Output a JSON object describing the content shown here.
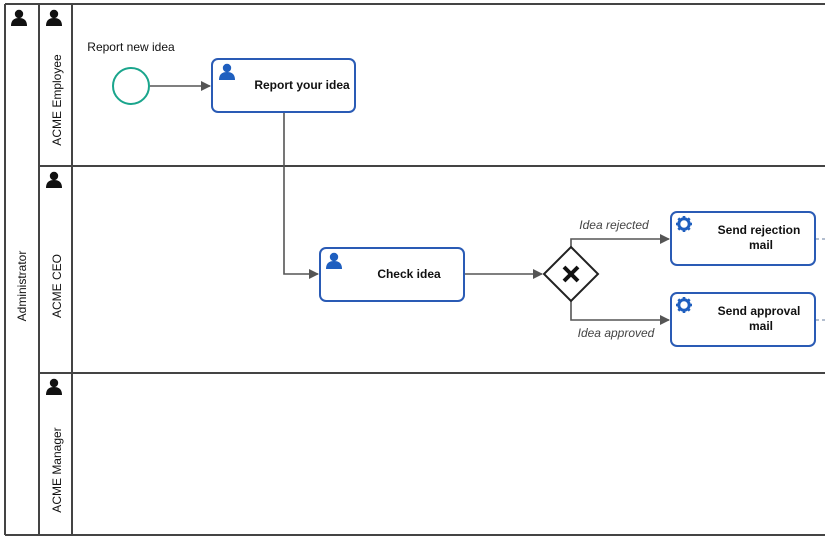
{
  "pool": {
    "title": "Administrator"
  },
  "lanes": [
    {
      "id": "employee",
      "title": "ACME Employee"
    },
    {
      "id": "ceo",
      "title": "ACME CEO"
    },
    {
      "id": "manager",
      "title": "ACME Manager"
    }
  ],
  "events": {
    "start": {
      "label": "Report new idea"
    }
  },
  "tasks": {
    "report": {
      "label": "Report your idea",
      "type": "user"
    },
    "check": {
      "label": "Check idea",
      "type": "user"
    },
    "rejection": {
      "label_line1": "Send rejection",
      "label_line2": "mail",
      "type": "service"
    },
    "approval": {
      "label_line1": "Send approval",
      "label_line2": "mail",
      "type": "service"
    }
  },
  "gateway": {
    "type": "exclusive"
  },
  "flows": {
    "rejected": {
      "label": "Idea rejected"
    },
    "approved": {
      "label": "Idea approved"
    }
  },
  "colors": {
    "task_border": "#2a5bb5",
    "icon_blue": "#1f5fbf",
    "start_event": "#1aa58c",
    "lane_border": "#444444",
    "flow": "#555555"
  }
}
